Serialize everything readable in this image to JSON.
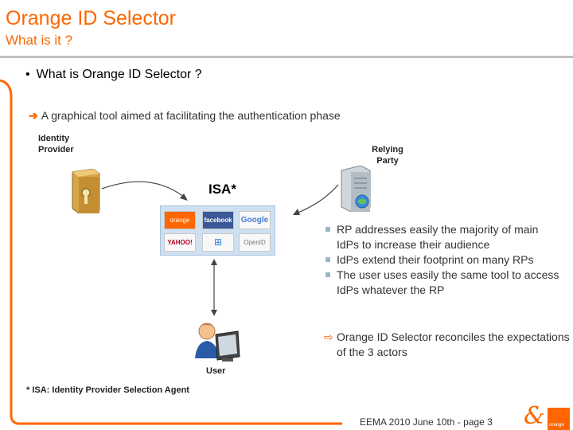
{
  "header": {
    "title": "Orange ID Selector",
    "subtitle": "What is it ?"
  },
  "main": {
    "bullet": "What is Orange ID Selector ?",
    "bullet_marker": "•",
    "description": "A graphical tool aimed at facilitating the authentication phase",
    "description_marker": "➔"
  },
  "diagram": {
    "identity_provider_label": "Identity Provider",
    "relying_party_label": "Relying Party",
    "isa_label": "ISA*",
    "user_label": "User",
    "panel_tiles": [
      "orange",
      "facebook",
      "Google",
      "YAHOO!",
      "⊞",
      "OpenID"
    ]
  },
  "rp_points": [
    "RP addresses easily the majority of main IdPs to increase their audience",
    "IdPs extend their footprint on many RPs",
    "The user uses easily the same tool to access IdPs whatever the RP"
  ],
  "conclusion": {
    "marker": "⇨",
    "text": "Orange ID Selector reconciles the expectations of the 3 actors"
  },
  "footnote": "* ISA: Identity Provider Selection Agent",
  "footer": {
    "text": "EEMA 2010 June 10th  -  page 3",
    "logo_amp": "&",
    "logo_word": "orange"
  },
  "colors": {
    "accent": "#ff6600",
    "rule": "#c0c0c0",
    "text": "#333333"
  }
}
